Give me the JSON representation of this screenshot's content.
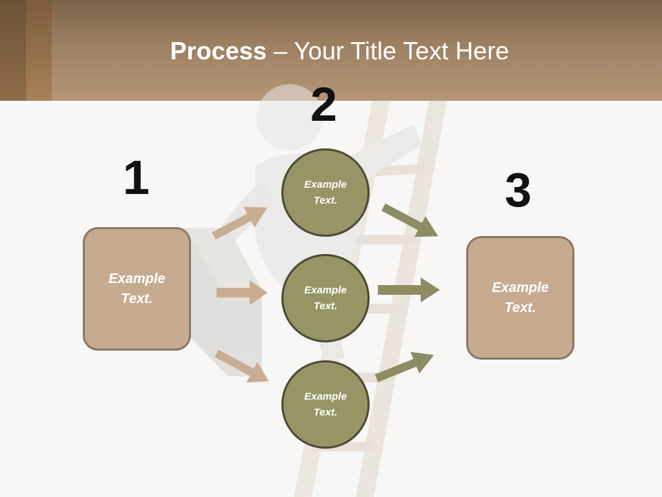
{
  "header": {
    "title_bold": "Process",
    "title_rest": " – Your Title Text Here"
  },
  "steps": {
    "step1_number": "1",
    "step2_number": "2",
    "step3_number": "3"
  },
  "left_box": {
    "text_line1": "Example",
    "text_line2": "Text."
  },
  "right_box": {
    "text_line1": "Example",
    "text_line2": "Text."
  },
  "circles": [
    {
      "text_line1": "Example",
      "text_line2": "Text."
    },
    {
      "text_line1": "Example",
      "text_line2": "Text."
    },
    {
      "text_line1": "Example",
      "text_line2": "Text."
    }
  ],
  "colors": {
    "header": "#9d8163",
    "box_fill": "#c6ab90",
    "circle_fill": "#979565",
    "left_arrows": "#c8ad93",
    "right_arrows": "#8e8c63"
  }
}
